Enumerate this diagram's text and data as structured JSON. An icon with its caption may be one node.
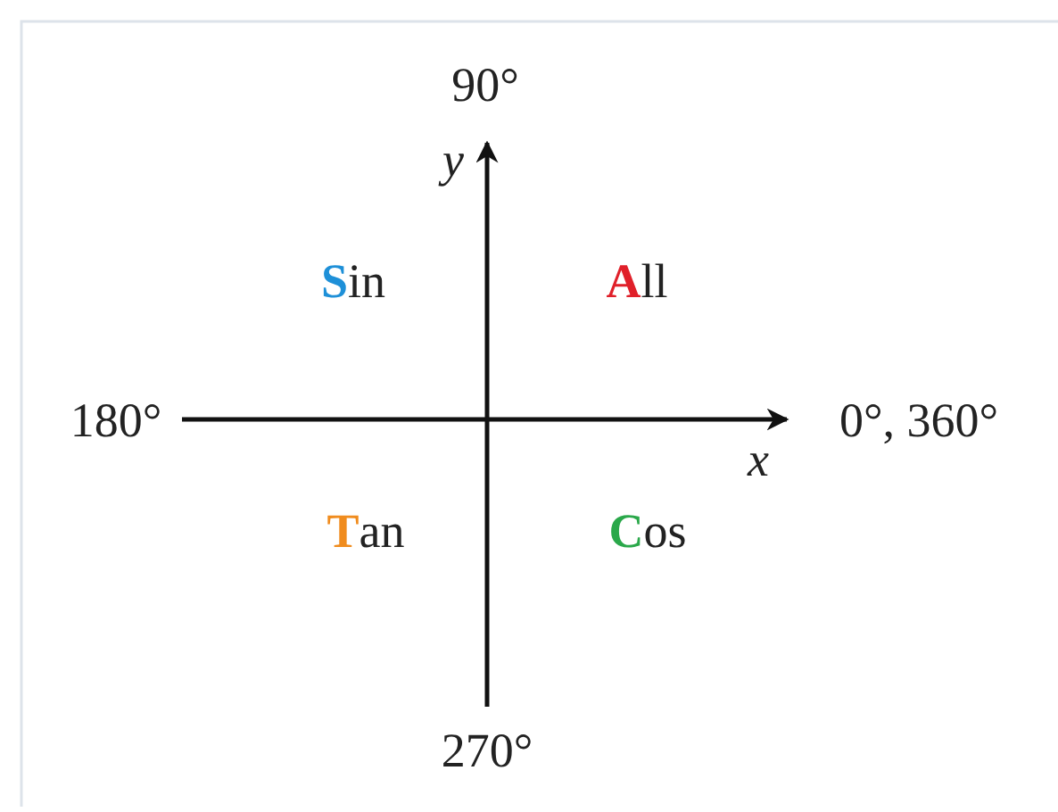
{
  "diagram": {
    "labels": [
      "90°",
      "y",
      "**S**in",
      "**A**ll",
      "180°",
      "0°, 360°",
      "x",
      "**T**an",
      "**C**os",
      "270°"
    ]
  }
}
